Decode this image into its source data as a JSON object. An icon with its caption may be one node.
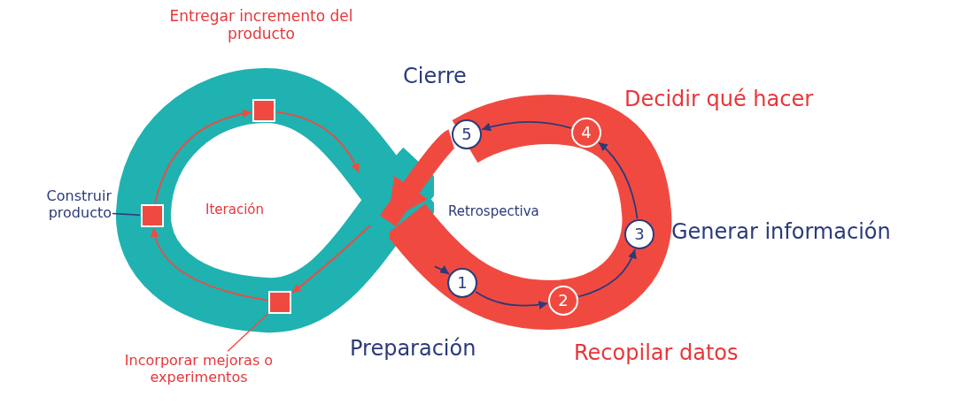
{
  "diagram": {
    "nodes": [
      {
        "text": [
          "Iteración"
        ]
      },
      {
        "text": [],
        "shape": "box",
        "in": 0,
        "beside": [
          "Entregar incremento del producto"
        ]
      },
      {
        "text": [],
        "shape": "box",
        "in": 0
      },
      {
        "text": [],
        "shape": "box",
        "in": 0
      },
      {
        "text": [
          "Construir producto"
        ]
      },
      {
        "text": [
          "Incorporar mejoras o experimentos"
        ]
      },
      {
        "text": [
          "Retrospectiva"
        ]
      },
      {
        "text": [
          "5"
        ],
        "in": 6,
        "beside": [
          "Cierre"
        ]
      },
      {
        "text": [
          "4"
        ],
        "in": 6,
        "beside": [
          "Decidir qué hacer"
        ]
      },
      {
        "text": [
          "3"
        ],
        "in": 6,
        "beside": [
          "Generar información"
        ]
      },
      {
        "text": [
          "1"
        ],
        "in": 6,
        "beside": [
          "Preparación"
        ]
      },
      {
        "text": [
          "2"
        ],
        "in": 6,
        "beside": [
          "Recopilar datos"
        ]
      }
    ],
    "edges": [
      {
        "from": 2,
        "to": 1,
        "arrow": "to",
        "color": "#f04a40"
      },
      {
        "from": 1,
        "to": null,
        "arrow": "to",
        "color": "#f04a40"
      },
      {
        "from": null,
        "to": 3,
        "arrow": "to",
        "color": "#f04a40"
      },
      {
        "from": 3,
        "to": 2,
        "arrow": "to",
        "color": "#f04a40"
      },
      {
        "from": 4,
        "to": 2,
        "arrow": "none",
        "color": "#2b3a7a"
      },
      {
        "from": 5,
        "to": 3,
        "arrow": "none",
        "color": "#f04a40"
      },
      {
        "from": 7,
        "to": null,
        "arrow": "to",
        "style": "thick",
        "color": "#f04a40"
      },
      {
        "from": 0,
        "to": 10,
        "arrow": "to",
        "color": "#2b3a7a"
      },
      {
        "from": 10,
        "to": 11,
        "arrow": "to",
        "color": "#2b3a7a"
      },
      {
        "from": 11,
        "to": 9,
        "arrow": "to",
        "color": "#2b3a7a"
      },
      {
        "from": 9,
        "to": 8,
        "arrow": "to",
        "color": "#2b3a7a"
      },
      {
        "from": 8,
        "to": 7,
        "arrow": "to",
        "color": "#2b3a7a"
      }
    ]
  }
}
